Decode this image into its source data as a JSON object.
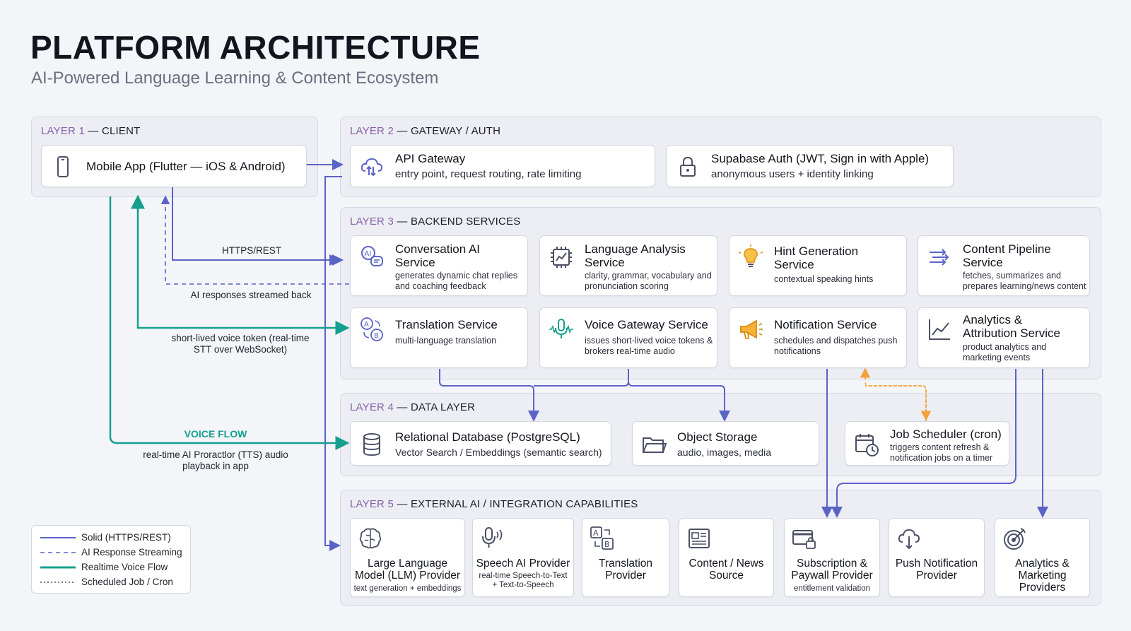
{
  "header": {
    "title": "PLATFORM ARCHITECTURE",
    "subtitle": "AI-Powered Language Learning & Content Ecosystem"
  },
  "colors": {
    "https": "#5b63c7",
    "voice": "#14a08c",
    "cron": "#f2a23a",
    "layer_num": "#8a5fa8"
  },
  "layers": {
    "l1": {
      "num": "LAYER 1",
      "name": "— CLIENT"
    },
    "l2": {
      "num": "LAYER 2",
      "name": "— GATEWAY / AUTH"
    },
    "l3": {
      "num": "LAYER 3",
      "name": "— BACKEND SERVICES"
    },
    "l4": {
      "num": "LAYER 4",
      "name": "— DATA LAYER"
    },
    "l5": {
      "num": "LAYER 5",
      "name": "— EXTERNAL AI / INTEGRATION CAPABILITIES"
    }
  },
  "client": {
    "mobile": {
      "title": "Mobile App (Flutter — iOS & Android)",
      "icon": "smartphone-icon"
    }
  },
  "gateway": {
    "api": {
      "title": "API Gateway",
      "desc": "entry point, request routing, rate limiting",
      "icon": "cloud-api-icon"
    },
    "auth": {
      "title": "Supabase Auth (JWT, Sign in with Apple)",
      "desc": "anonymous users + identity linking",
      "icon": "lock-icon"
    }
  },
  "services": {
    "conversation": {
      "title": "Conversation AI Service",
      "desc": "generates dynamic chat replies and coaching feedback",
      "icon": "ai-chat-icon"
    },
    "language": {
      "title": "Language Analysis Service",
      "desc": "clarity, grammar, vocabulary and pronunciation scoring",
      "icon": "chip-chart-icon"
    },
    "hint": {
      "title": "Hint Generation Service",
      "desc": "contextual speaking hints",
      "icon": "lightbulb-icon"
    },
    "pipeline": {
      "title": "Content Pipeline Service",
      "desc": "fetches, summarizes and prepares learning/news content",
      "icon": "arrows-icon"
    },
    "translation": {
      "title": "Translation Service",
      "desc": "multi-language translation",
      "icon": "translate-icon"
    },
    "voice": {
      "title": "Voice Gateway Service",
      "desc": "issues short-lived voice tokens & brokers real-time audio",
      "icon": "microphone-wave-icon"
    },
    "notification": {
      "title": "Notification Service",
      "desc": "schedules and dispatches push notifications",
      "icon": "megaphone-icon"
    },
    "analytics": {
      "title": "Analytics & Attribution Service",
      "desc": "product analytics and marketing events",
      "icon": "trend-chart-icon"
    }
  },
  "data_layer": {
    "db": {
      "title": "Relational Database (PostgreSQL)",
      "desc": "Vector Search / Embeddings (semantic search)",
      "icon": "database-icon"
    },
    "storage": {
      "title": "Object Storage",
      "desc": "audio, images, media",
      "icon": "folder-icon"
    },
    "scheduler": {
      "title": "Job Scheduler (cron)",
      "desc": "triggers content refresh & notification jobs on a timer",
      "icon": "calendar-clock-icon"
    }
  },
  "external": {
    "llm": {
      "title": "Large Language Model (LLM) Provider",
      "desc": "text generation + embeddings",
      "icon": "brain-icon"
    },
    "speech": {
      "title": "Speech AI Provider",
      "desc": "real-time Speech-to-Text + Text-to-Speech",
      "icon": "mic-sound-icon"
    },
    "translation": {
      "title": "Translation Provider",
      "desc": "",
      "icon": "translate-box-icon"
    },
    "news": {
      "title": "Content / News Source",
      "desc": "",
      "icon": "newspaper-icon"
    },
    "subscription": {
      "title": "Subscription & Paywall Provider",
      "desc": "entitlement validation",
      "icon": "card-lock-icon"
    },
    "push": {
      "title": "Push Notification Provider",
      "desc": "",
      "icon": "cloud-push-icon"
    },
    "marketing": {
      "title": "Analytics & Marketing Providers",
      "desc": "",
      "icon": "target-icon"
    }
  },
  "flows": {
    "https": "HTTPS/REST",
    "streamed": "AI responses streamed back",
    "token": "short-lived voice token (real-time STT over WebSocket)",
    "voice_flow": "VOICE FLOW",
    "tts": "real-time AI Proractlor (TTS) audio playback in app"
  },
  "legend": [
    {
      "label": "Solid (HTTPS/REST)",
      "style": "solid"
    },
    {
      "label": "AI Response Streaming",
      "style": "dashed"
    },
    {
      "label": "Realtime Voice Flow",
      "style": "voice"
    },
    {
      "label": "Scheduled Job / Cron",
      "style": "dotted"
    }
  ]
}
